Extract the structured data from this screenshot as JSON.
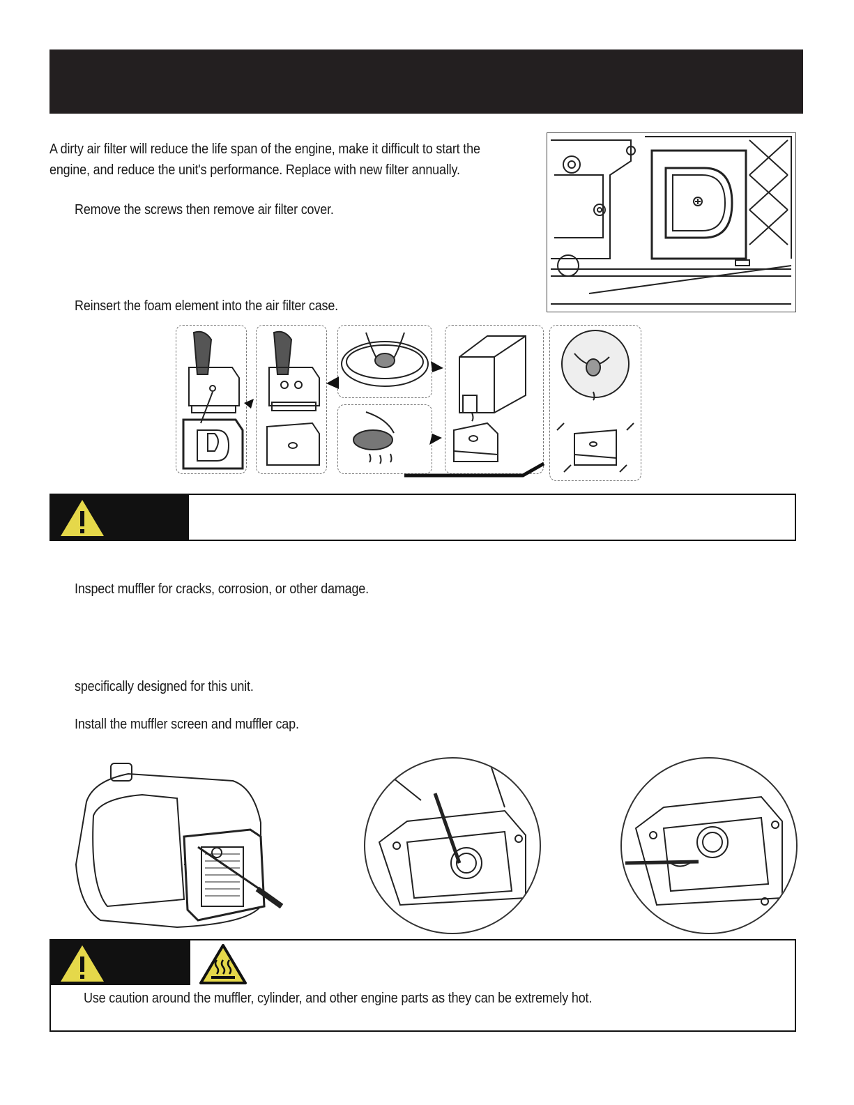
{
  "air_filter": {
    "intro_line1": "A dirty air filter will reduce the life span of the engine, make it difficult to start the",
    "intro_line2": "engine, and reduce the unit's performance.  Replace with new filter annually.",
    "step_remove": "Remove the screws then remove air filter cover.",
    "step_reinsert": "Reinsert the foam element into the air filter case."
  },
  "muffler": {
    "step_inspect": "Inspect muffler for cracks, corrosion, or other damage.",
    "step_designed": "specifically designed for this unit.",
    "step_install": "Install the muffler screen and muffler cap."
  },
  "hot_warning": {
    "text": "Use caution around the muffler, cylinder, and other engine parts as they can be extremely hot."
  },
  "icons": {
    "warning": "warning-triangle-icon",
    "hot_surface": "hot-surface-icon"
  },
  "colors": {
    "header": "#231f20",
    "warning_yellow": "#e5d84a",
    "black": "#111111"
  }
}
